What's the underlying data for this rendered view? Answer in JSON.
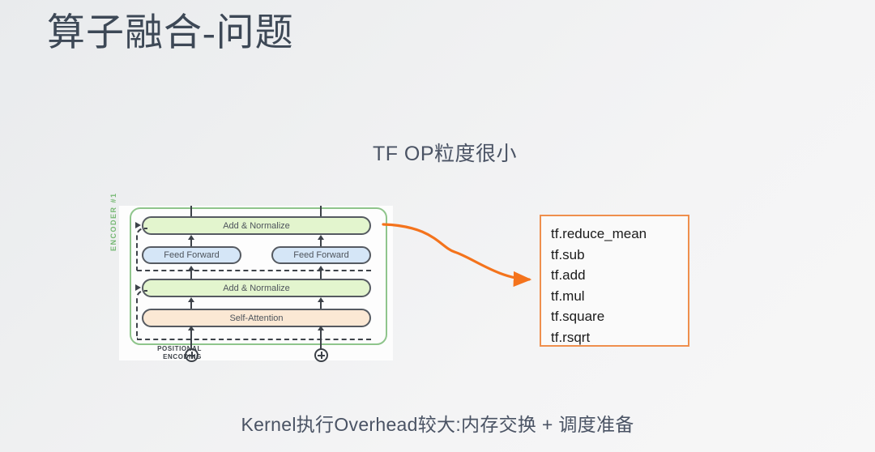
{
  "slide": {
    "title": "算子融合-问题",
    "headline": "TF OP粒度很小",
    "footer": "Kernel执行Overhead较大:内存交换 + 调度准备",
    "background_color": "#eceef0",
    "title_color": "#3d4856",
    "text_color": "#4a5364"
  },
  "diagram": {
    "encoder_label": "ENCODER #1",
    "encoder_border_color": "#8fc58c",
    "positional_encoding_label_line1": "POSITIONAL",
    "positional_encoding_label_line2": "ENCODING",
    "positional_encoding_symbol": "⊕",
    "nodes": [
      {
        "id": "add-normalize-top",
        "label": "Add & Normalize",
        "color": "#e3f5ce"
      },
      {
        "id": "feed-forward-left",
        "label": "Feed Forward",
        "color": "#d5e6f7"
      },
      {
        "id": "feed-forward-right",
        "label": "Feed Forward",
        "color": "#d5e6f7"
      },
      {
        "id": "add-normalize-bottom",
        "label": "Add & Normalize",
        "color": "#e3f5ce"
      },
      {
        "id": "self-attention",
        "label": "Self-Attention",
        "color": "#fbe8d4"
      }
    ]
  },
  "op_list": {
    "border_color": "#ef8f4d",
    "items": [
      "tf.reduce_mean",
      "tf.sub",
      "tf.add",
      "tf.mul",
      "tf.square",
      "tf.rsqrt"
    ]
  },
  "connector": {
    "color": "#f4731c"
  }
}
